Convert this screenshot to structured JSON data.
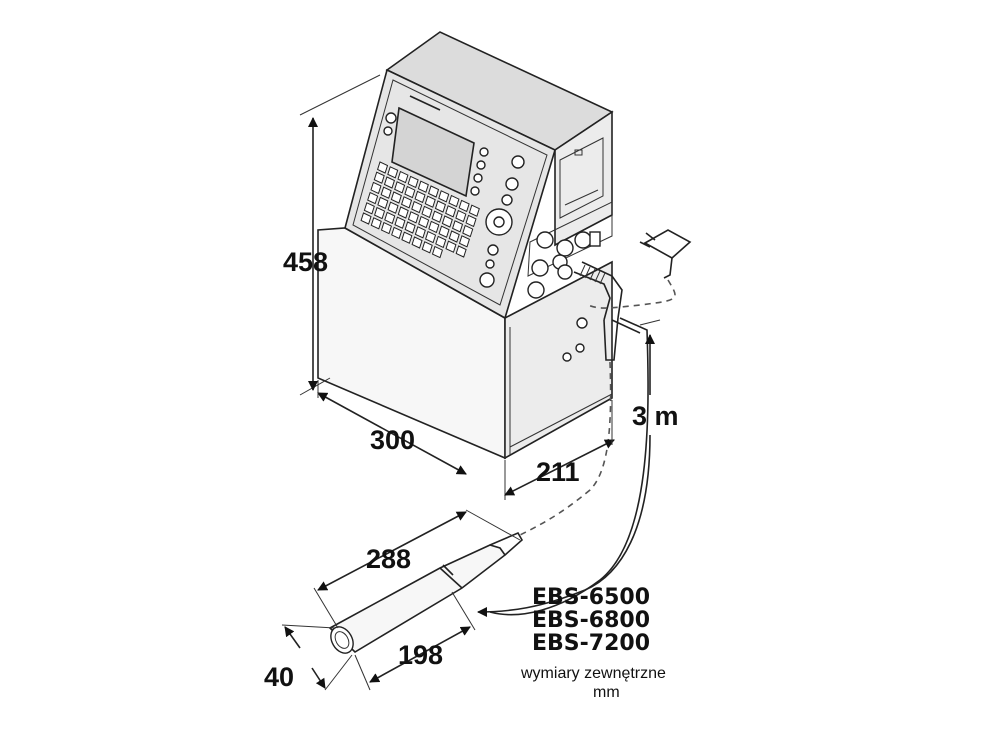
{
  "dimensions": {
    "height": "458",
    "width": "300",
    "depth": "211",
    "head_length": "288",
    "head_body_length": "198",
    "head_diameter": "40",
    "cable_length": "3 m"
  },
  "models": [
    "EBS-6500",
    "EBS-6800",
    "EBS-7200"
  ],
  "caption": {
    "line1": "wymiary zewnętrzne",
    "line2": "mm"
  }
}
